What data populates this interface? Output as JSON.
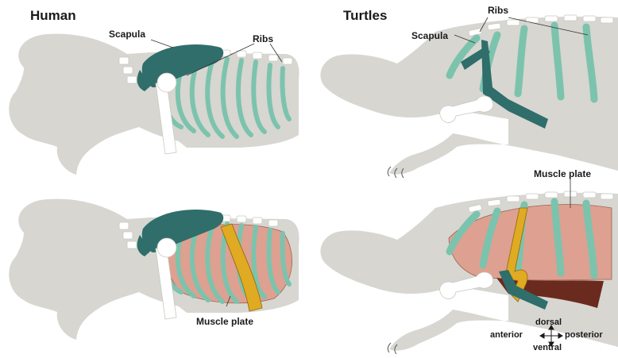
{
  "titles": {
    "human": "Human",
    "turtles": "Turtles"
  },
  "labels": {
    "scapula_human": "Scapula",
    "ribs_human": "Ribs",
    "ribs_turtle": "Ribs",
    "scapula_turtle": "Scapula",
    "muscle_plate_turtle": "Muscle plate",
    "muscle_plate_human": "Muscle plate"
  },
  "compass": {
    "dorsal": "dorsal",
    "ventral": "ventral",
    "anterior": "anterior",
    "posterior": "posterior"
  },
  "colors": {
    "body": "#d7d6d1",
    "rib": "#7cc3ad",
    "rib_edge": "#3f8a78",
    "scapula": "#2f6e6a",
    "muscle": "#dea090",
    "muscle_edge": "#9a6455",
    "yellow_muscle": "#e0aa22",
    "bone": "#ffffff"
  }
}
